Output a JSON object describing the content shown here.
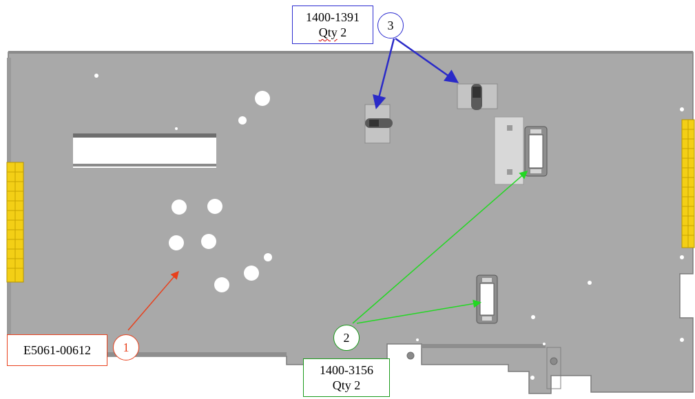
{
  "callouts": {
    "part1": {
      "number": "1",
      "part_no": "E5061-00612",
      "qty": "",
      "color": "#e8401c"
    },
    "part2": {
      "number": "2",
      "part_no": "1400-3156",
      "qty_word": "Qty",
      "qty_value": "2",
      "color": "#1a9a1a",
      "arrow_color": "#22d822"
    },
    "part3": {
      "number": "3",
      "part_no": "1400-1391",
      "qty_word": "Qty",
      "qty_value": "2",
      "color": "#2b2bd0",
      "arrow_color": "#2a2ac8"
    }
  },
  "colors": {
    "plate": "#a9a9a9",
    "plate_edge": "#7c7c7c",
    "hole": "#ffffff",
    "connector_yellow": "#f3cf16"
  }
}
